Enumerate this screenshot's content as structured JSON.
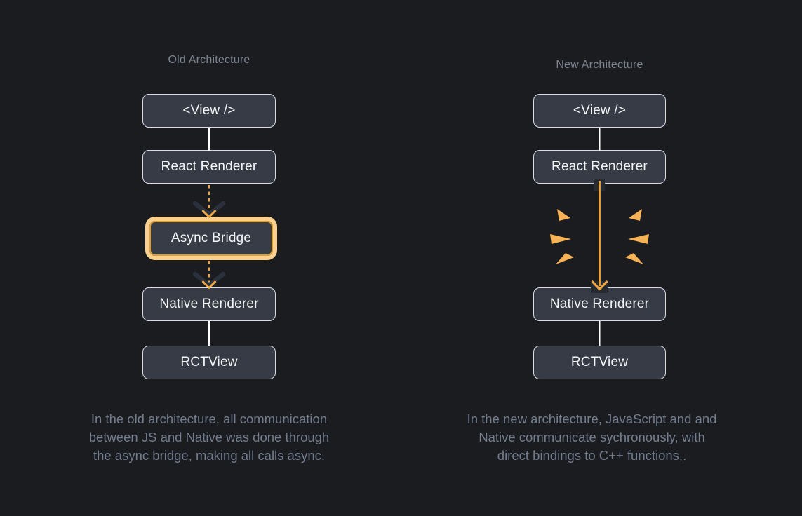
{
  "colors": {
    "background": "#1b1c20",
    "node_fill": "#363b45",
    "node_border": "#d9dce2",
    "node_text": "#f4f5f7",
    "title_text": "#7c8492",
    "caption_text": "#737d8e",
    "accent_orange": "#f0a640",
    "spark_orange": "#f6b254",
    "bridge_border_outer": "#fbcf8d",
    "bridge_border_inner": "#df9d36",
    "arrowhead_dark": "#2b313c",
    "connector_white": "#ffffff"
  },
  "old": {
    "title": "Old Architecture",
    "nodes": {
      "view": "<View />",
      "react_renderer": "React Renderer",
      "async_bridge": "Async Bridge",
      "native_renderer": "Native Renderer",
      "rctview": "RCTView"
    },
    "edges": [
      {
        "from": "view",
        "to": "react_renderer",
        "style": "solid-white-line"
      },
      {
        "from": "react_renderer",
        "to": "async_bridge",
        "style": "dashed-orange-arrow"
      },
      {
        "from": "async_bridge",
        "to": "native_renderer",
        "style": "dashed-orange-arrow"
      },
      {
        "from": "native_renderer",
        "to": "rctview",
        "style": "solid-white-line"
      }
    ],
    "caption_lines": [
      "In the old architecture, all communication",
      "between JS and Native was done through",
      "the async bridge, making all calls async."
    ]
  },
  "new": {
    "title": "New Architecture",
    "nodes": {
      "view": "<View />",
      "react_renderer": "React Renderer",
      "native_renderer": "Native Renderer",
      "rctview": "RCTView"
    },
    "edges": [
      {
        "from": "view",
        "to": "react_renderer",
        "style": "solid-white-line"
      },
      {
        "from": "react_renderer",
        "to": "native_renderer",
        "style": "solid-orange-arrow-with-sparks"
      },
      {
        "from": "native_renderer",
        "to": "rctview",
        "style": "solid-white-line"
      }
    ],
    "caption_lines": [
      "In the new architecture, JavaScript and and",
      "Native communicate sychronously, with",
      "direct bindings to C++ functions,."
    ]
  }
}
